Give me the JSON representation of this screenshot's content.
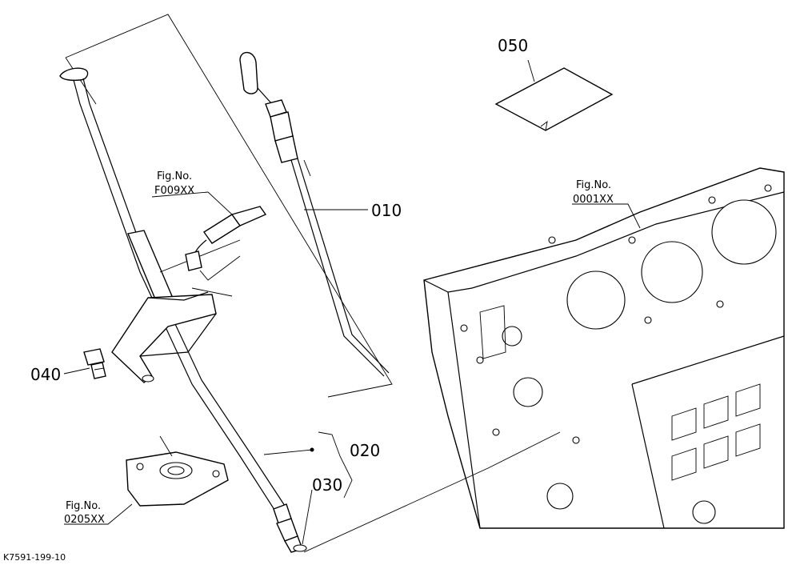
{
  "callouts": {
    "p010": "010",
    "p020": "020",
    "p030": "030",
    "p040": "040",
    "p050": "050"
  },
  "fig_refs": {
    "f009": {
      "label": "Fig.No.",
      "code": "F009XX"
    },
    "f0001": {
      "label": "Fig.No.",
      "code": "0001XX"
    },
    "f0205": {
      "label": "Fig.No.",
      "code": "0205XX"
    }
  },
  "footer": {
    "drawing_code": "K7591-199-10"
  }
}
